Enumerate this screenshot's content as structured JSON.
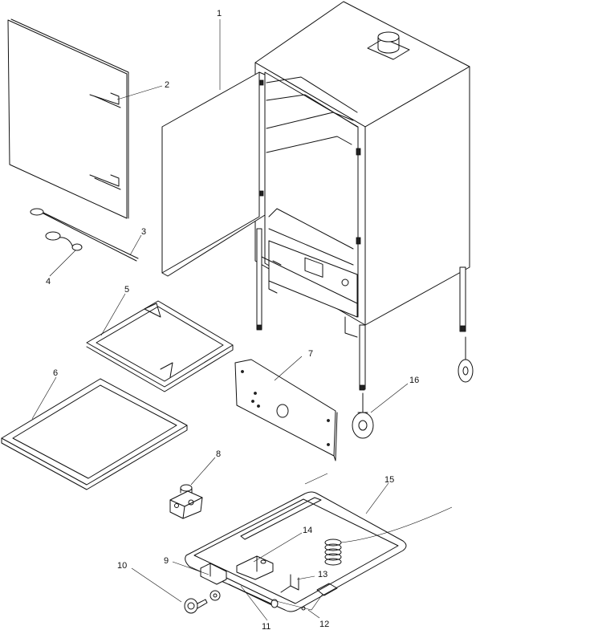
{
  "diagram": {
    "type": "exploded-parts-diagram",
    "callouts": [
      "1",
      "2",
      "3",
      "4",
      "5",
      "6",
      "7",
      "8",
      "9",
      "10",
      "11",
      "12",
      "13",
      "14",
      "15",
      "16"
    ]
  }
}
